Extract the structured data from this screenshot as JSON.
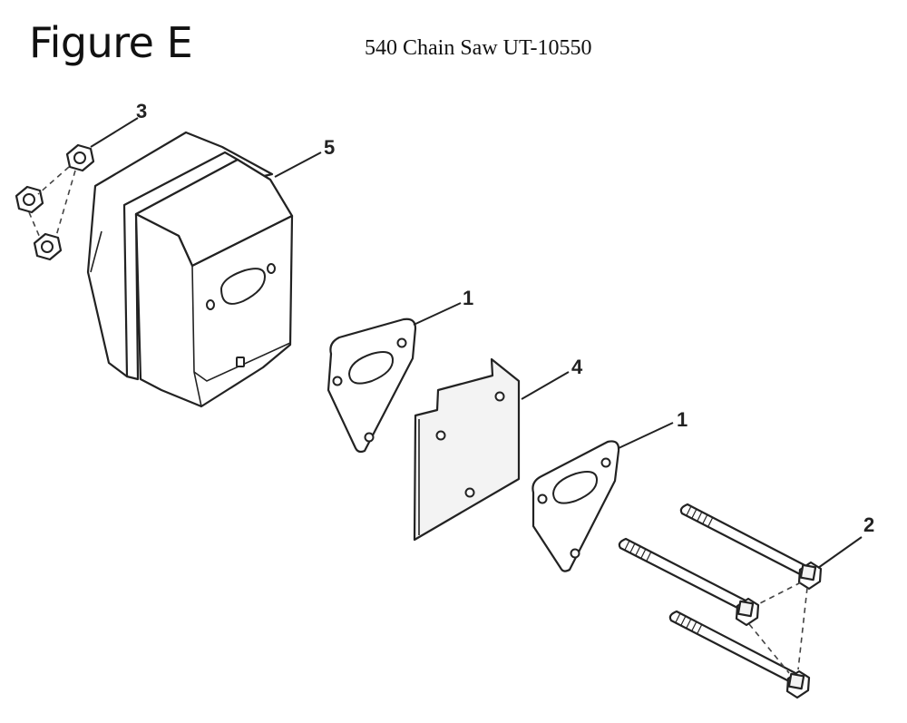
{
  "header": {
    "title": "Figure E",
    "subtitle": "540 Chain Saw UT-10550"
  },
  "callouts": [
    {
      "label": "3"
    },
    {
      "label": "5"
    },
    {
      "label": "1"
    },
    {
      "label": "4"
    },
    {
      "label": "1"
    },
    {
      "label": "2"
    }
  ]
}
